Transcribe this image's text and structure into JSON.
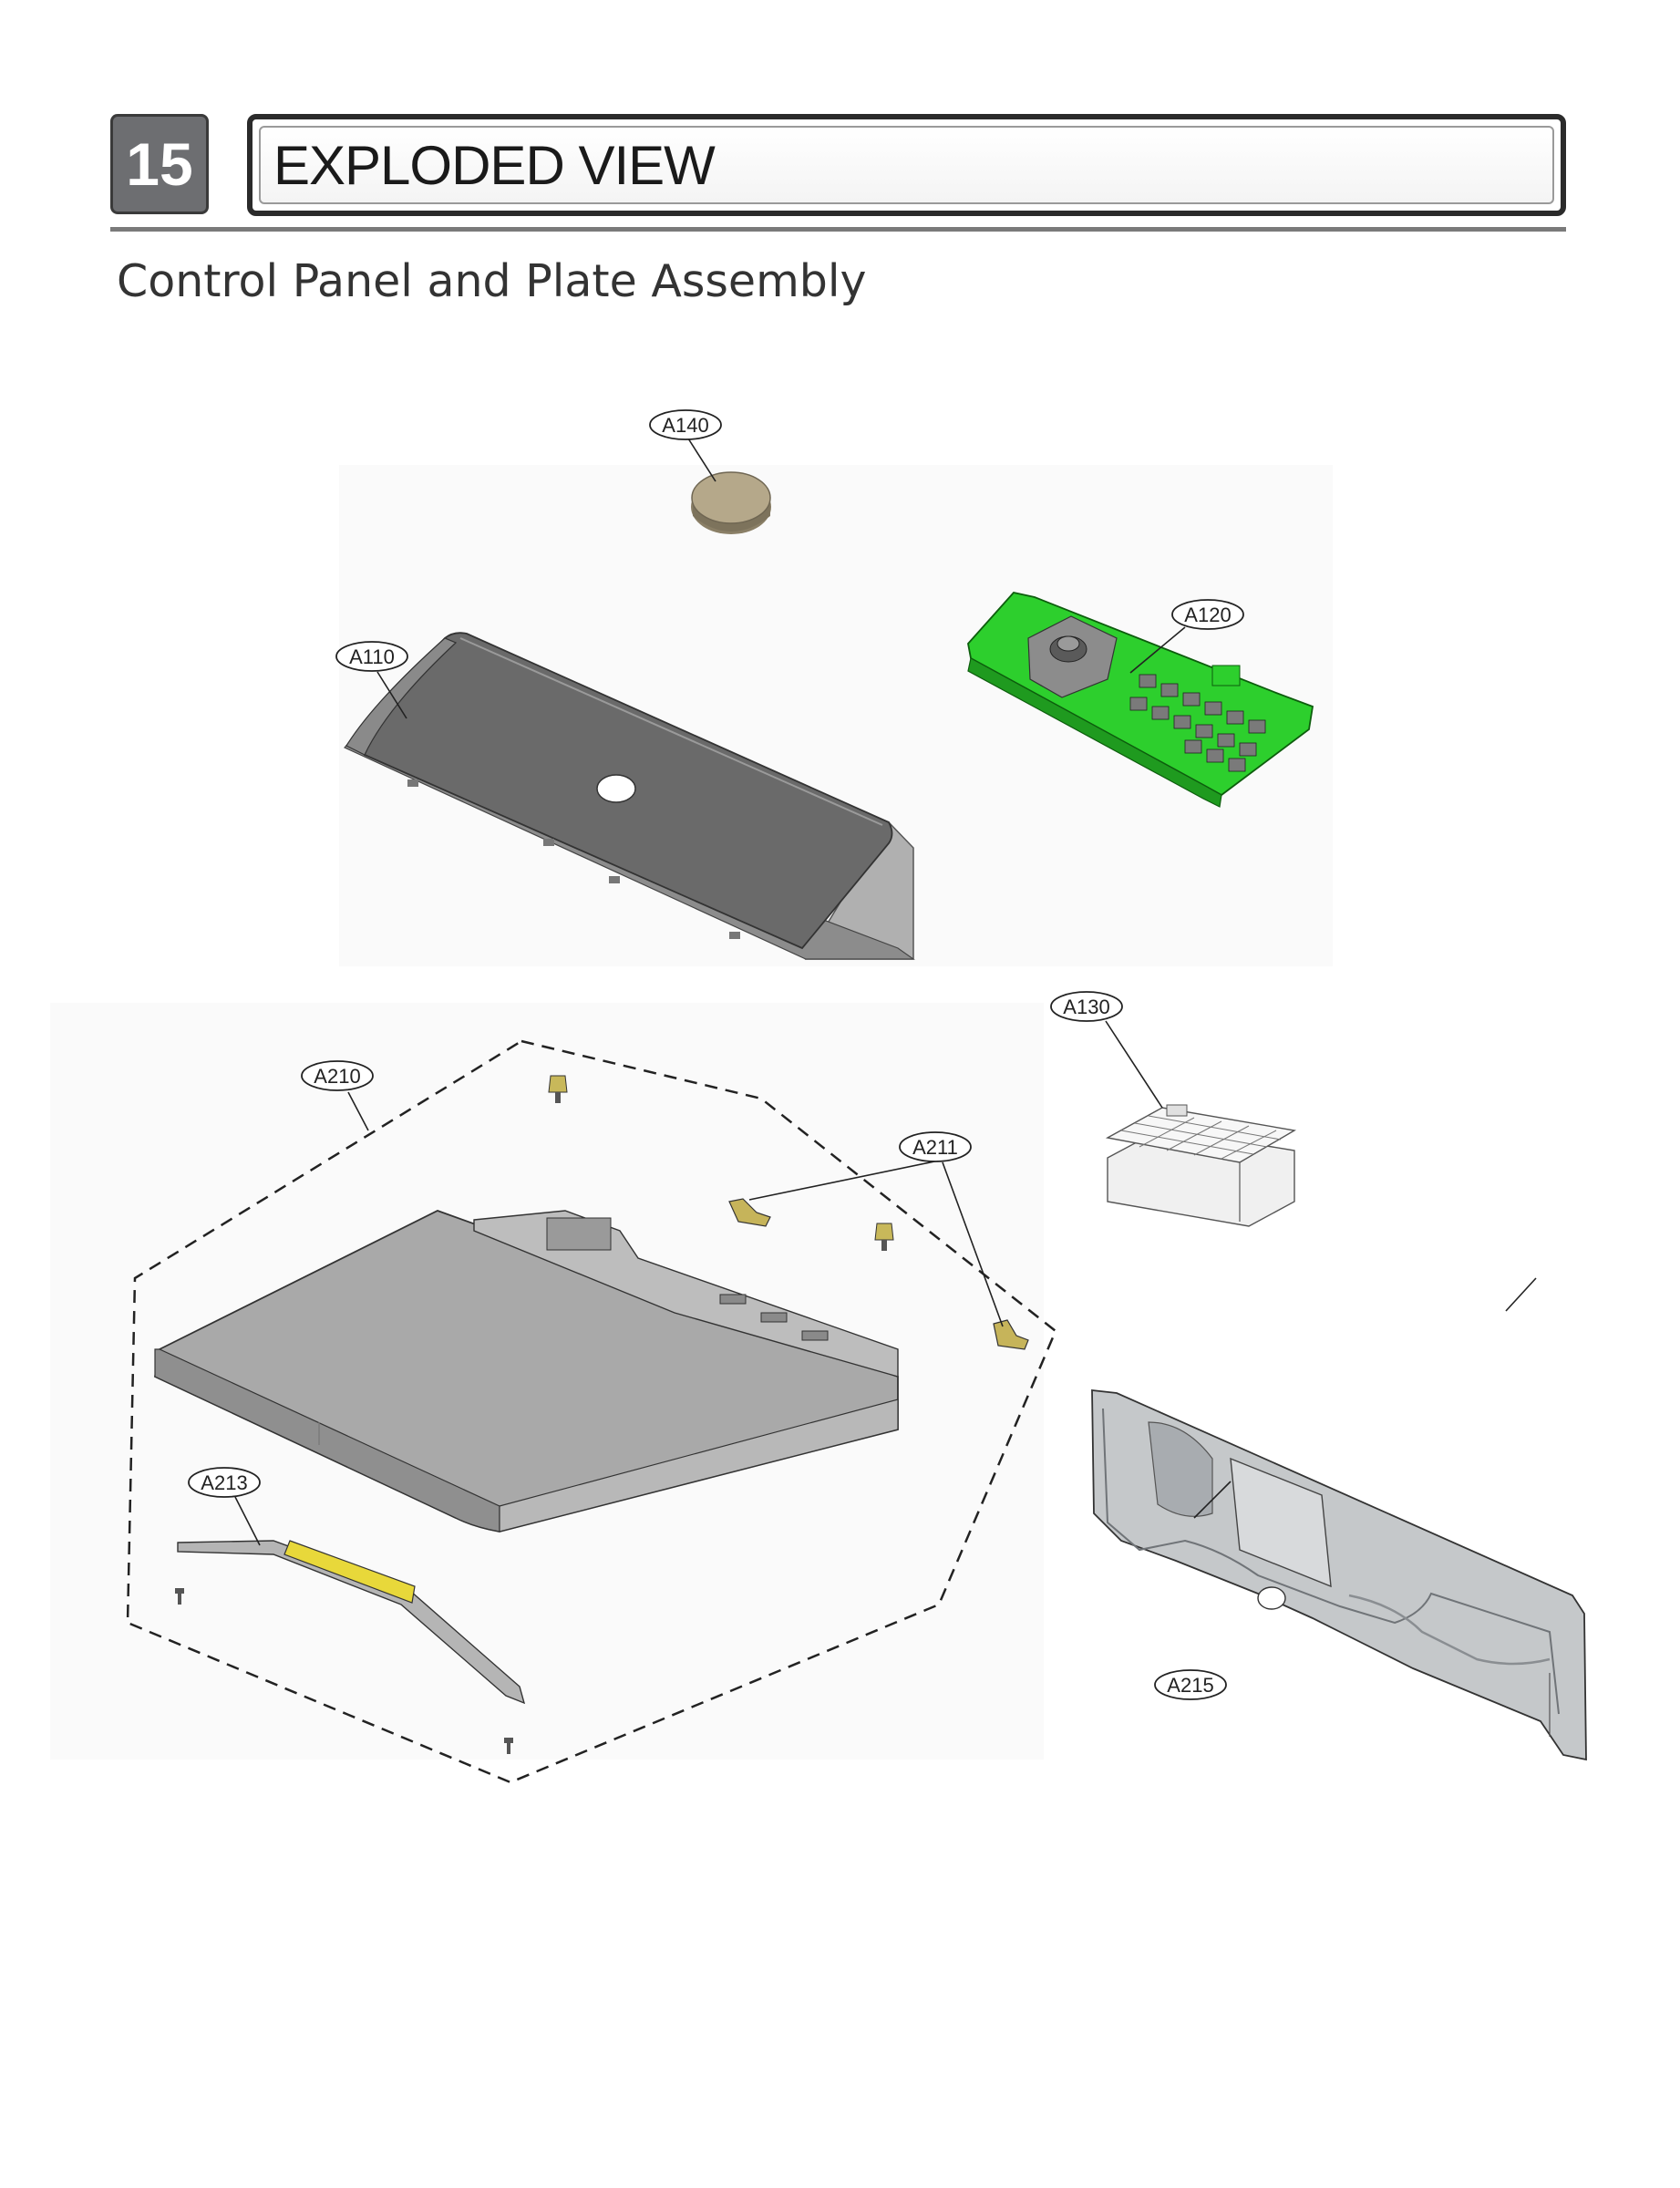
{
  "section_number": "15",
  "page_title": "EXPLODED VIEW",
  "subtitle": "Control Panel and Plate Assembly",
  "parts": {
    "a140": "A140",
    "a120": "A120",
    "a110": "A110",
    "a130": "A130",
    "a210": "A210",
    "a211": "A211",
    "a213": "A213",
    "a215": "A215"
  },
  "colors": {
    "pcb_green": "#2dcf2d",
    "panel_grey": "#6a6a6a",
    "plate_grey": "#a9a9a9",
    "knob_tan": "#b5a88a",
    "strip_yellow": "#e8d83a",
    "bracket_olive": "#c6b45a"
  }
}
